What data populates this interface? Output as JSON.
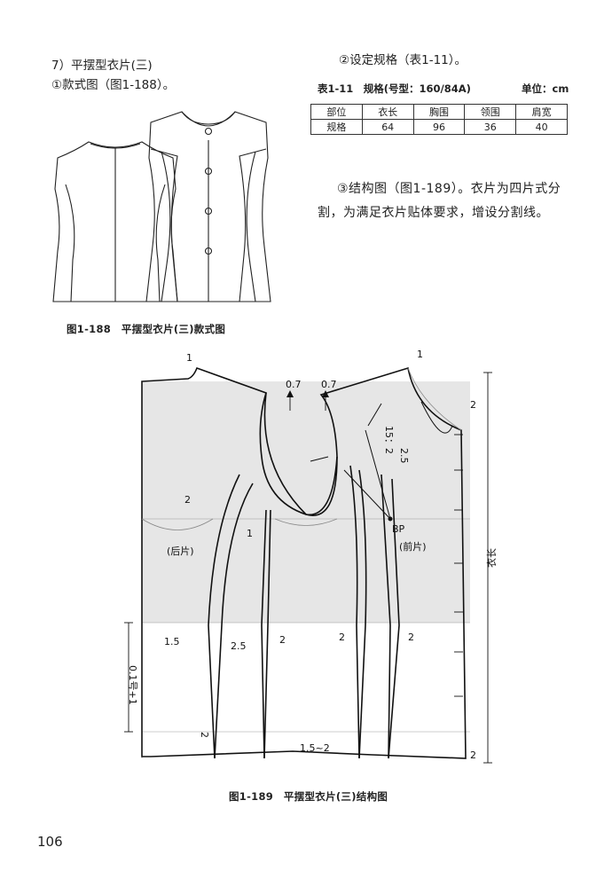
{
  "left_column": {
    "heading": "7）平摆型衣片(三)",
    "sub": "①款式图（图1-188）。"
  },
  "right_column": {
    "spec_heading": "②设定规格（表1-11）。",
    "para": "③结构图（图1-189）。衣片为四片式分割，为满足衣片贴体要求，增设分割线。"
  },
  "table": {
    "title": "表1-11　规格(号型：160/84A)",
    "unit": "单位：cm",
    "headers": [
      "部位",
      "衣长",
      "胸围",
      "领围",
      "肩宽"
    ],
    "row_label": "规格",
    "values": [
      "64",
      "96",
      "36",
      "40"
    ]
  },
  "fig188": {
    "caption": "图1-188　平摆型衣片(三)款式图"
  },
  "fig189": {
    "caption": "图1-189　平摆型衣片(三)结构图",
    "labels": {
      "back": "(后片)",
      "front": "(前片)",
      "bp": "BP",
      "length": "衣长",
      "hip": "0.1号+1",
      "top_left_1": "1",
      "top_right_1": "1",
      "right_neck_2": "2",
      "rise_left": "0.7",
      "rise_right": "0.7",
      "dart_ratio": "15：2",
      "dart_25": "2.5",
      "back_2": "2",
      "back_1": "1",
      "hem_15": "1.5",
      "hem_25": "2.5",
      "hem_2a": "2",
      "hem_2b": "2",
      "hem_2c": "2",
      "hem_2d": "2",
      "hem_152": "1.5~2",
      "hem_right_2": "2"
    }
  },
  "page_number": "106"
}
